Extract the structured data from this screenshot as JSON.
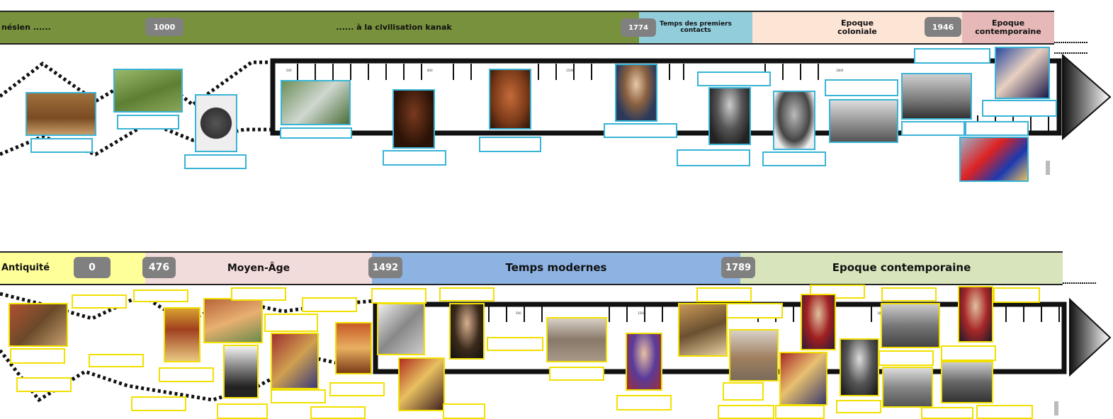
{
  "top_band": {
    "segments": [
      {
        "label": "nésien ......",
        "color": "#78913c"
      },
      {
        "label": "...... à la civilisation kanak",
        "color": "#78913c"
      },
      {
        "label": "Temps des premiers contacts",
        "color": "#92cddc"
      },
      {
        "label": "Epoque coloniale",
        "color": "#fde5d6"
      },
      {
        "label": "Epoque contemporaine",
        "color": "#e6b9b8"
      }
    ],
    "years": [
      "1000",
      "1774",
      "1946"
    ],
    "ticks": [
      "500",
      "800",
      "1500",
      "1800"
    ]
  },
  "bottom_band": {
    "segments": [
      {
        "label": "Antiquité",
        "color": "#ffff99"
      },
      {
        "label": "Moyen-Âge",
        "color": "#f2dcdb"
      },
      {
        "label": "Temps modernes",
        "color": "#8db3e2"
      },
      {
        "label": "Epoque contemporaine",
        "color": "#d7e4bc"
      }
    ],
    "years": [
      "0",
      "476",
      "1492",
      "1789"
    ],
    "ticks": [
      "500",
      "1500",
      "1800"
    ]
  },
  "colors": {
    "top_frame": "#39b4d6",
    "bottom_frame": "#f2e000",
    "ribbon": "#111111"
  }
}
